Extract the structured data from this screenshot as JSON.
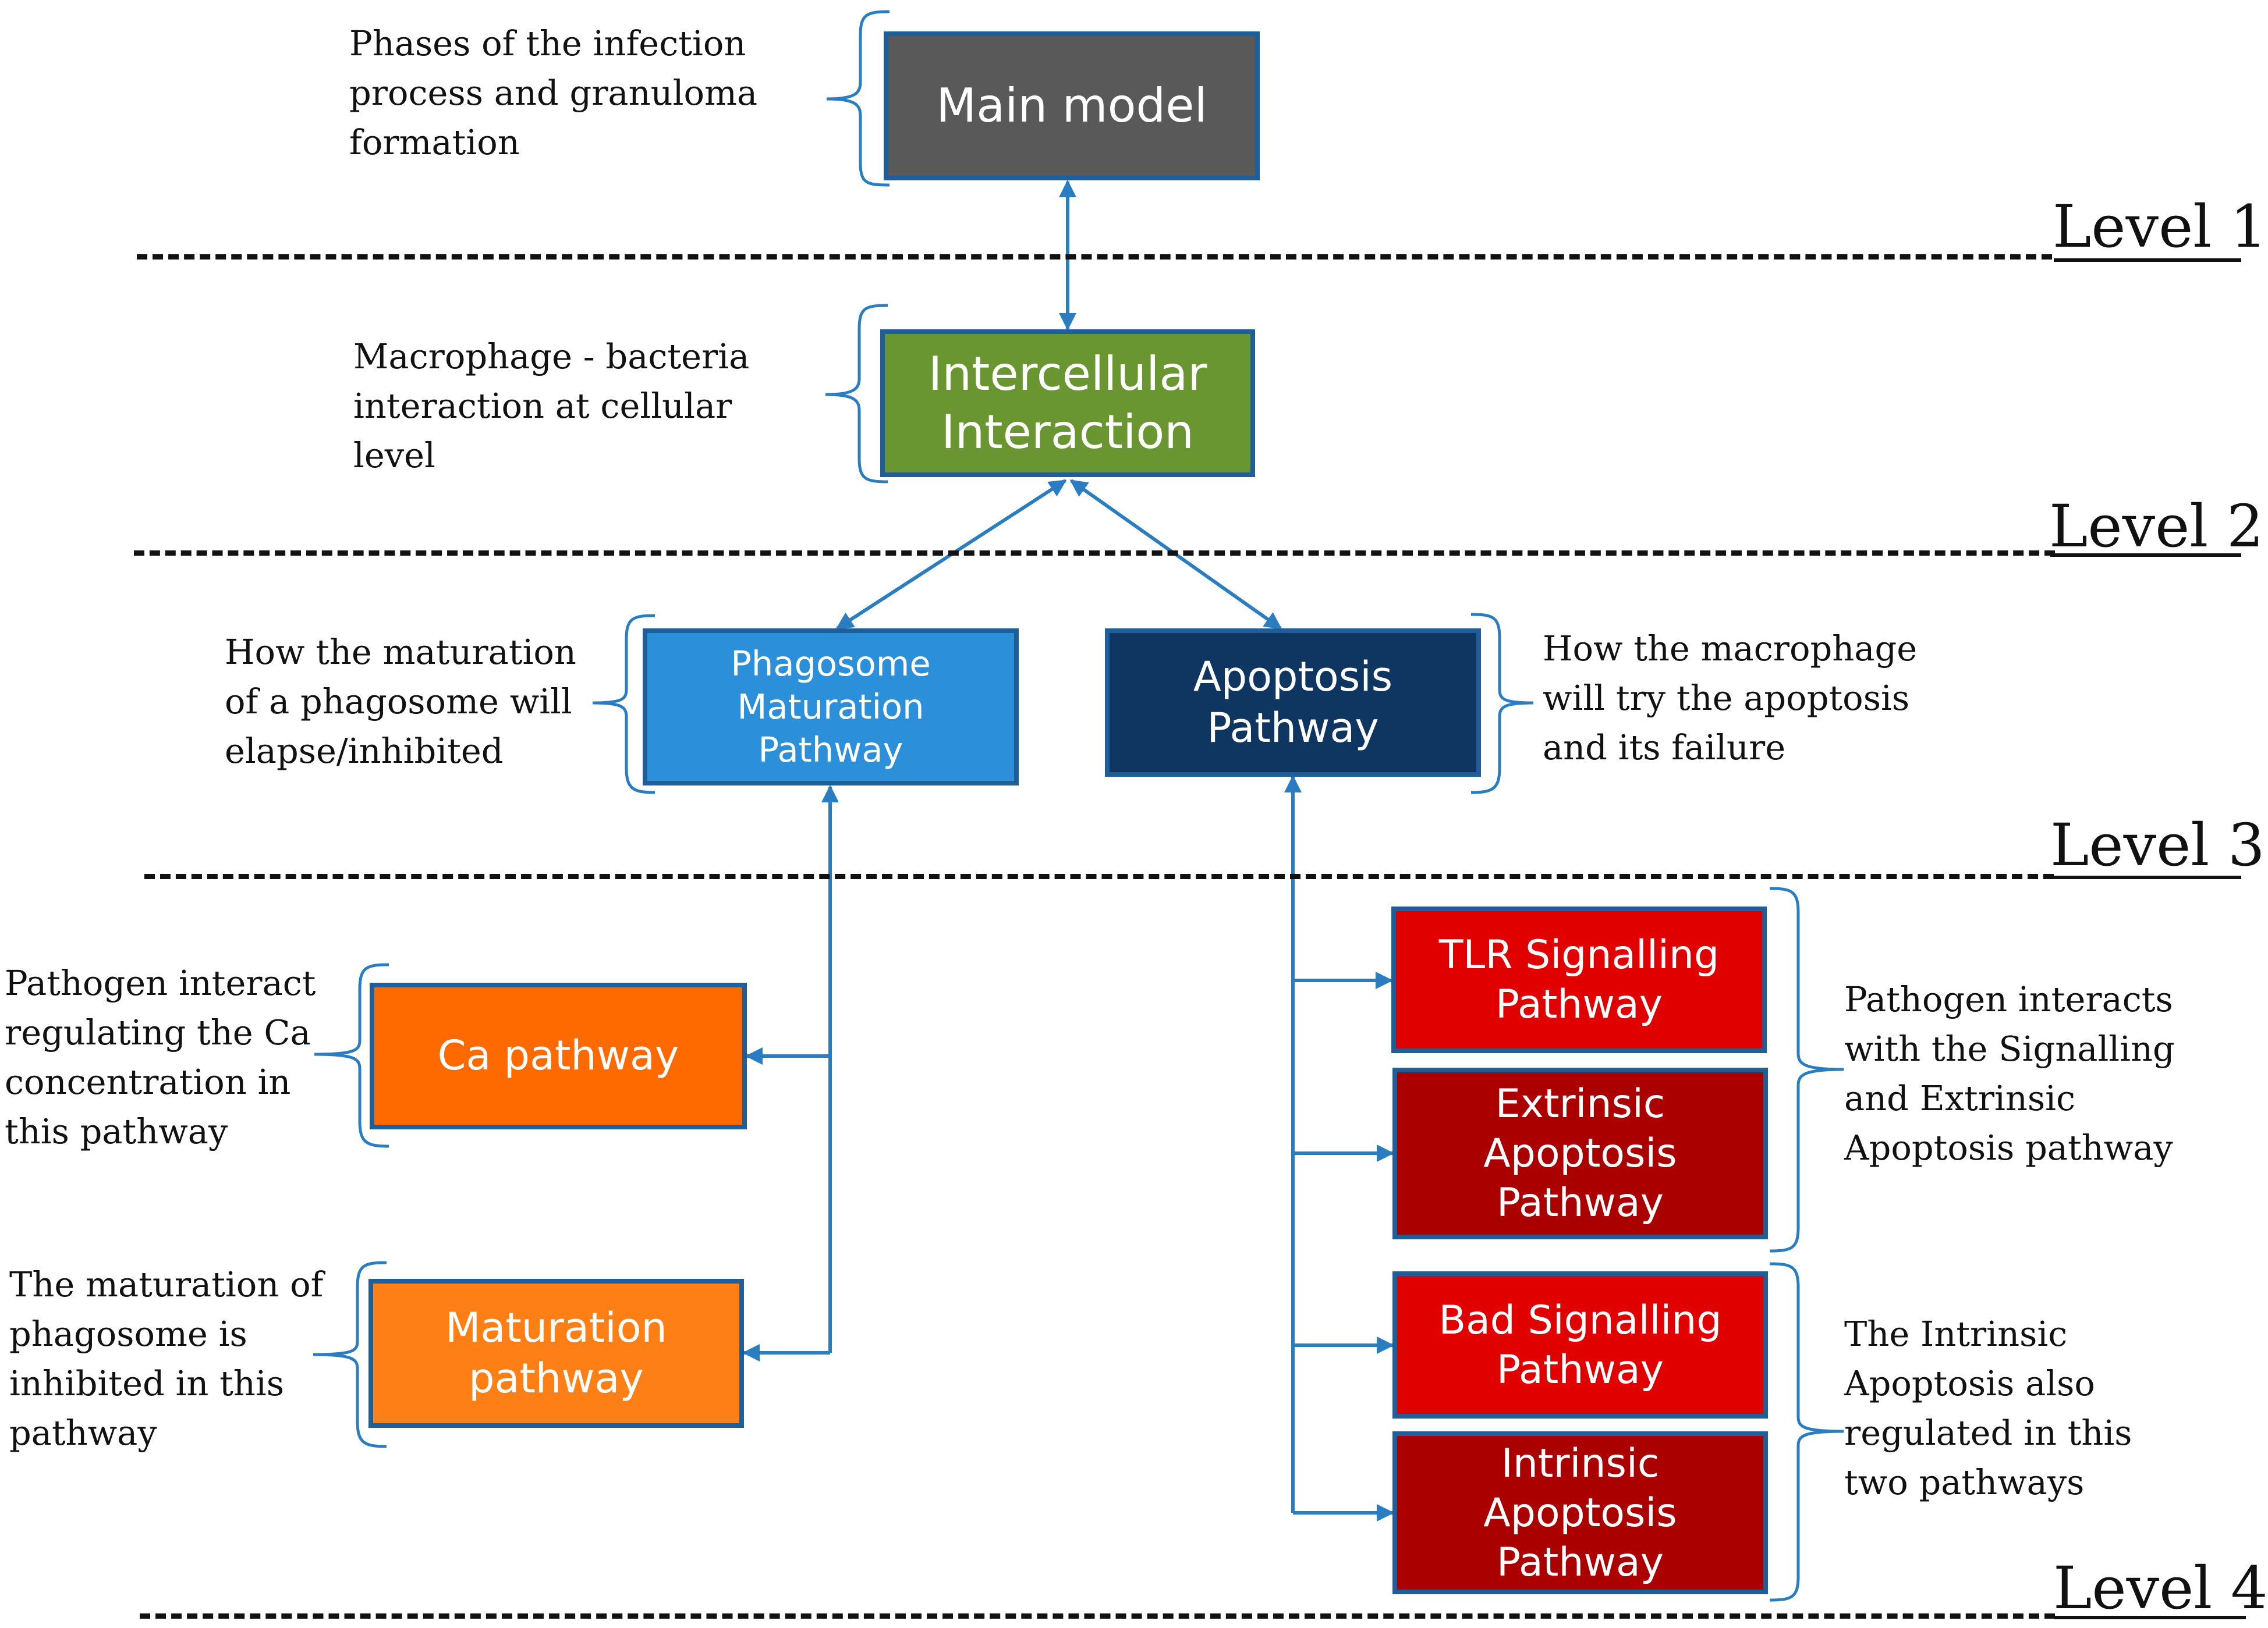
{
  "boxes": {
    "main_model": {
      "label": "Main model",
      "color": "#595959"
    },
    "intercellular": {
      "label": "Intercellular\nInteraction",
      "color": "#6a9632"
    },
    "phagosome": {
      "label": "Phagosome\nMaturation\nPathway",
      "color": "#2b8fd9"
    },
    "apoptosis": {
      "label": "Apoptosis\nPathway",
      "color": "#0f3561"
    },
    "ca": {
      "label": "Ca pathway",
      "color": "#ff6a00"
    },
    "maturation": {
      "label": "Maturation\npathway",
      "color": "#ff7f17"
    },
    "tlr": {
      "label": "TLR Signalling\nPathway",
      "color": "#e00000"
    },
    "extrinsic": {
      "label": "Extrinsic\nApoptosis\nPathway",
      "color": "#aa0000"
    },
    "bad": {
      "label": "Bad Signalling\nPathway",
      "color": "#e00000"
    },
    "intrinsic": {
      "label": "Intrinsic\nApoptosis\nPathway",
      "color": "#aa0000"
    }
  },
  "notes": {
    "main_model": "Phases of the infection\nprocess and granuloma\nformation",
    "intercellular": "Macrophage - bacteria\ninteraction at cellular\nlevel",
    "phagosome": "How the maturation\nof a phagosome will\nelapse/inhibited",
    "apoptosis": "How the macrophage\nwill try the apoptosis\nand its failure",
    "ca": "Pathogen interact\nregulating the Ca\nconcentration in\nthis pathway",
    "maturation": "The maturation of\nphagosome is\ninhibited in this\npathway",
    "signalling_extrinsic": "Pathogen interacts\nwith the Signalling\nand Extrinsic\nApoptosis pathway",
    "intrinsic": "The Intrinsic\nApoptosis also\nregulated in this\ntwo pathways"
  },
  "levels": [
    "Level 1",
    "Level 2",
    "Level 3",
    "Level 4"
  ],
  "colors": {
    "arrow": "#2a7dc0",
    "bracket": "#2a7dc0",
    "border": "#1f5e99",
    "dash": "#111111"
  }
}
